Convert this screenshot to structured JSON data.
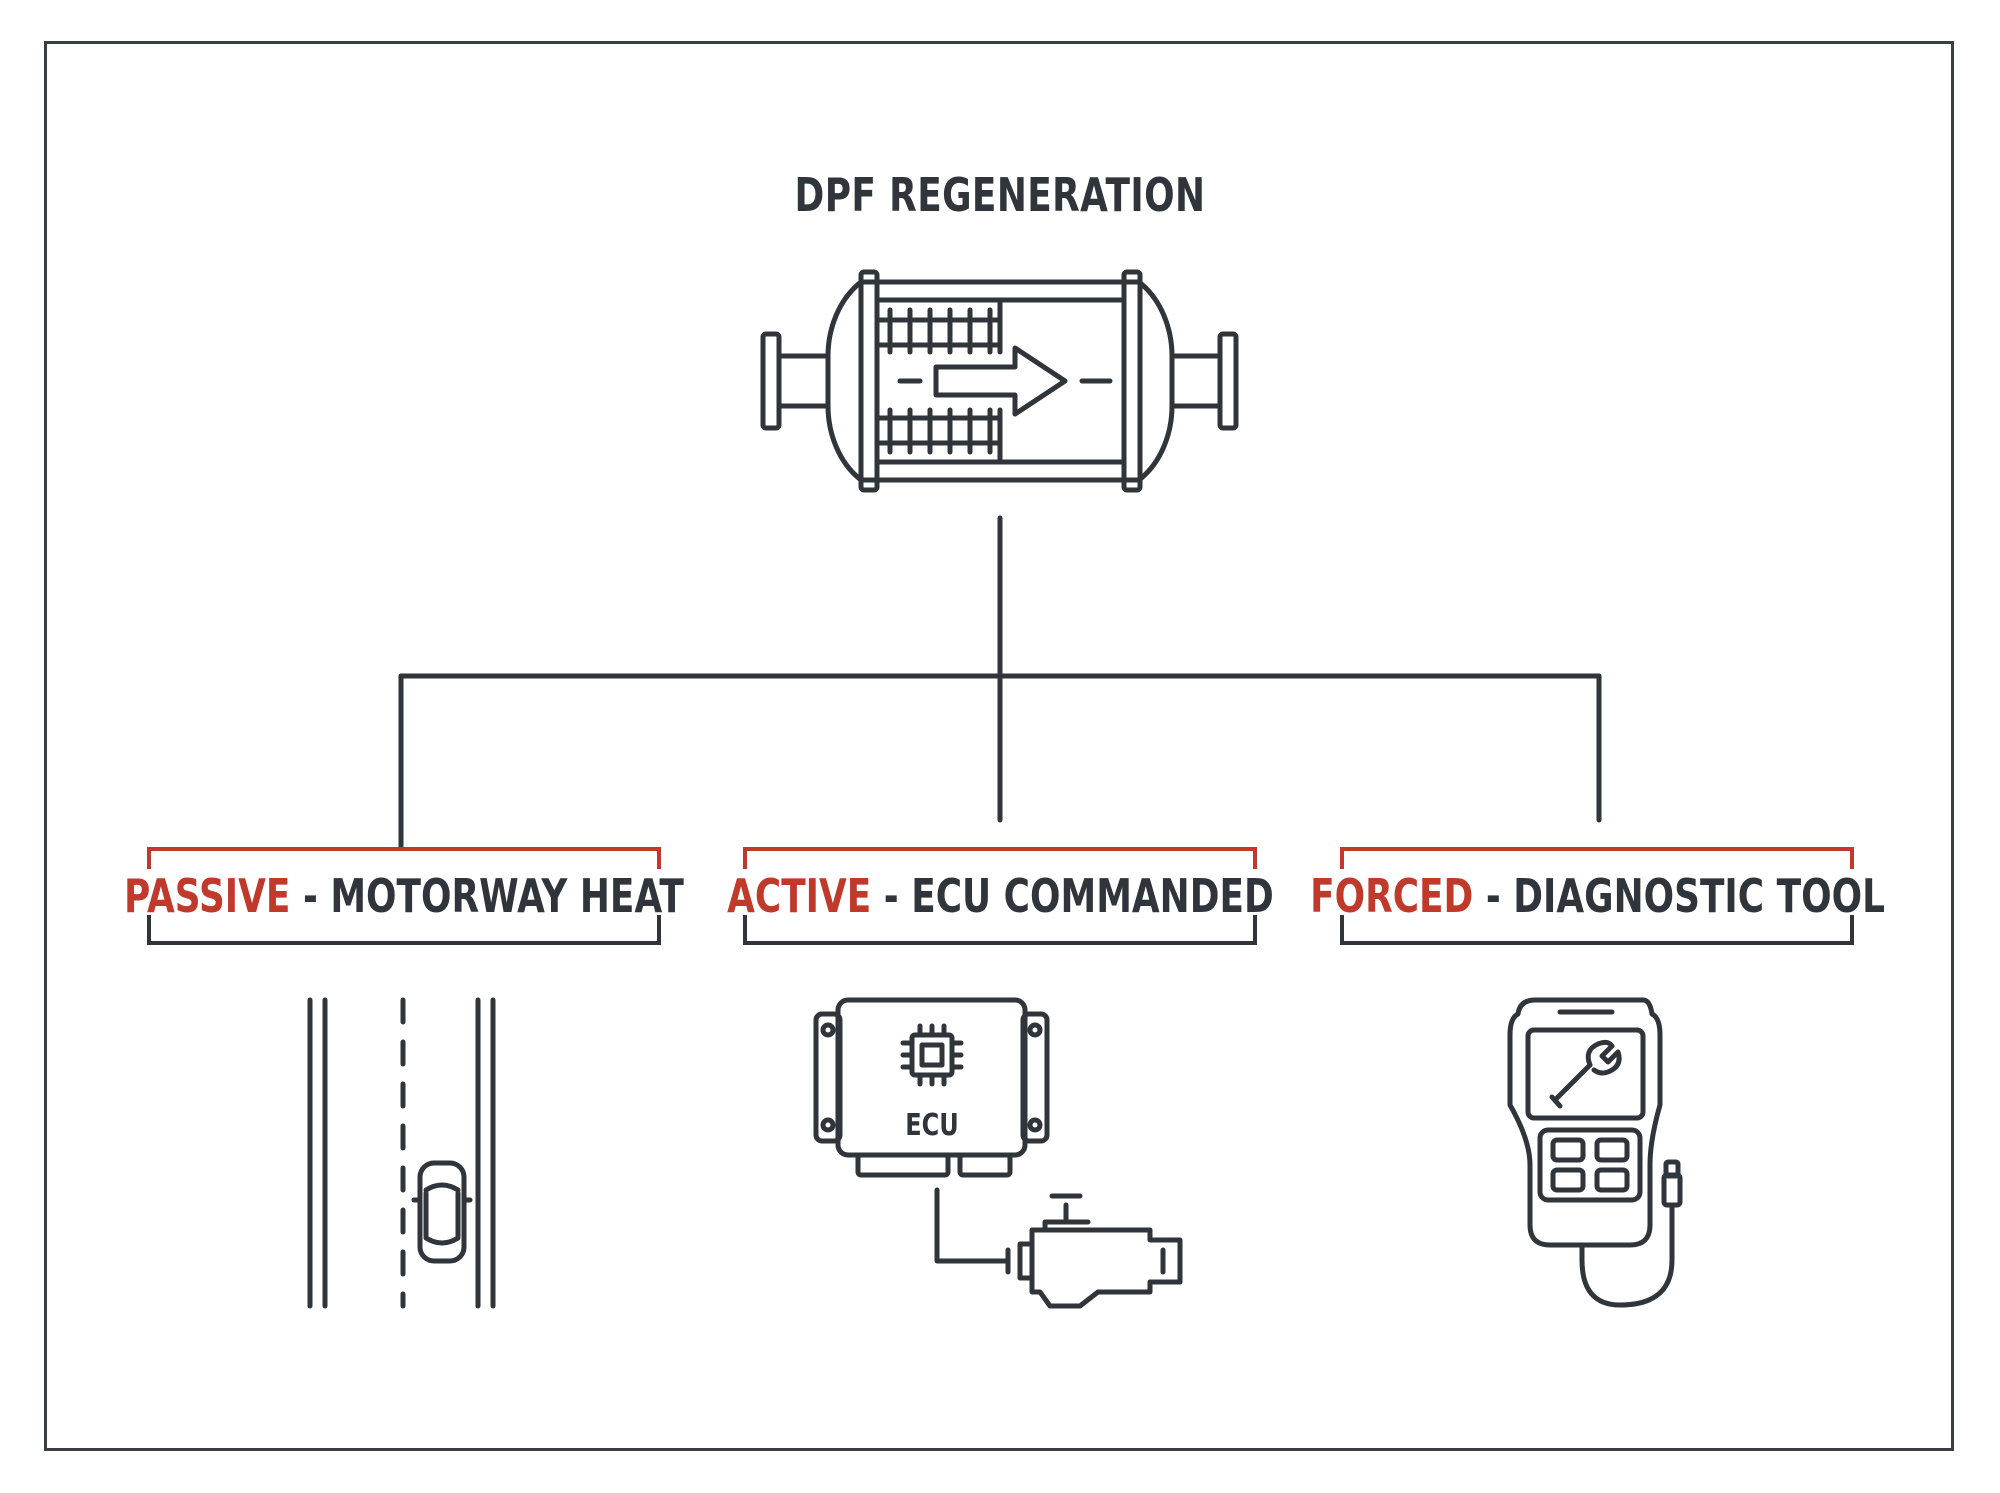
{
  "title": "DPF REGENERATION",
  "colors": {
    "accent_red": "#c0392b",
    "ink": "#2f353b"
  },
  "branches": [
    {
      "keyword": "PASSIVE",
      "separator": " - ",
      "description": "MOTORWAY HEAT",
      "icon": "motorway-car-icon"
    },
    {
      "keyword": "ACTIVE",
      "separator": " - ",
      "description": "ECU COMMANDED",
      "icon": "ecu-engine-icon"
    },
    {
      "keyword": "FORCED",
      "separator": " - ",
      "description": "DIAGNOSTIC TOOL",
      "icon": "diagnostic-scanner-icon"
    }
  ],
  "ecu_label": "ECU"
}
